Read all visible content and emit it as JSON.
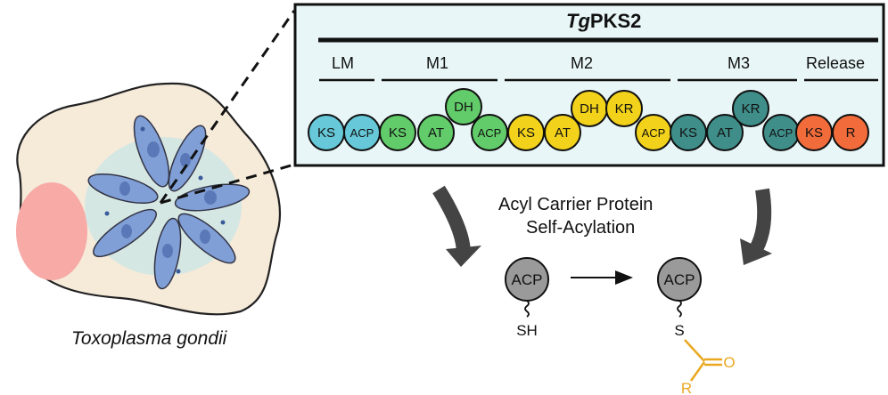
{
  "protein": {
    "title_italic": "Tg",
    "title_rest": "PKS2",
    "modules": [
      "LM",
      "M1",
      "M2",
      "M3",
      "Release"
    ]
  },
  "domains": [
    {
      "label": "KS",
      "color": "#66c8d8"
    },
    {
      "label": "ACP",
      "color": "#66c8d8"
    },
    {
      "label": "KS",
      "color": "#62cc6a"
    },
    {
      "label": "AT",
      "color": "#62cc6a"
    },
    {
      "label": "DH",
      "color": "#62cc6a"
    },
    {
      "label": "ACP",
      "color": "#62cc6a"
    },
    {
      "label": "KS",
      "color": "#f2d21a"
    },
    {
      "label": "AT",
      "color": "#f2d21a"
    },
    {
      "label": "DH",
      "color": "#f2d21a"
    },
    {
      "label": "KR",
      "color": "#f2d21a"
    },
    {
      "label": "ACP",
      "color": "#f2d21a"
    },
    {
      "label": "KS",
      "color": "#3f8e8a"
    },
    {
      "label": "AT",
      "color": "#3f8e8a"
    },
    {
      "label": "KR",
      "color": "#3f8e8a"
    },
    {
      "label": "ACP",
      "color": "#3f8e8a"
    },
    {
      "label": "KS",
      "color": "#f26b3a"
    },
    {
      "label": "R",
      "color": "#f26b3a"
    }
  ],
  "reaction": {
    "title_line1": "Acyl Carrier Protein",
    "title_line2": "Self-Acylation",
    "reactant_acp": "ACP",
    "reactant_group": "SH",
    "product_acp": "ACP",
    "product_s": "S",
    "product_o": "O",
    "product_r": "R"
  },
  "organism": {
    "name": "Toxoplasma gondii"
  },
  "colors": {
    "panel_bg": "#e8f6f7",
    "acyl": "#e9a820",
    "acp_gray": "#9a9a9a",
    "cell_fill": "#f6ead9",
    "nucleus": "#f7aaa6",
    "parasite": "#7f9fd6"
  }
}
